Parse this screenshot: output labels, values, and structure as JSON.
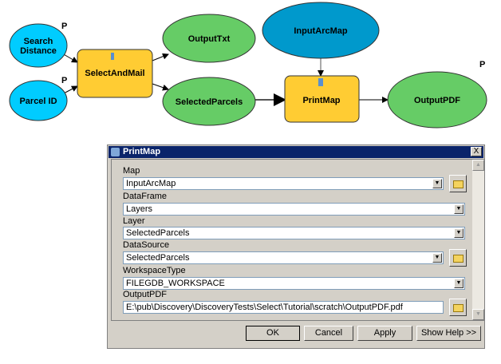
{
  "diagram": {
    "nodes": {
      "search_distance": [
        "Search",
        "Distance"
      ],
      "parcel_id": "Parcel ID",
      "select_and_mail": "SelectAndMail",
      "output_txt": "OutputTxt",
      "selected_parcels": "SelectedParcels",
      "input_arcmap": "InputArcMap",
      "print_map": "PrintMap",
      "output_pdf": "OutputPDF"
    },
    "param_marker": "P",
    "colors": {
      "input": "#00ccff",
      "tool": "#ffcc33",
      "output": "#66cc66",
      "map_input": "#0099cc"
    }
  },
  "dialog": {
    "title": "PrintMap",
    "close": "X",
    "fields": [
      {
        "label": "Map",
        "value": "InputArcMap"
      },
      {
        "label": "DataFrame",
        "value": "Layers"
      },
      {
        "label": "Layer",
        "value": "SelectedParcels"
      },
      {
        "label": "DataSource",
        "value": "SelectedParcels"
      },
      {
        "label": "WorkspaceType",
        "value": "FILEGDB_WORKSPACE"
      },
      {
        "label": "OutputPDF",
        "value": "E:\\pub\\Discovery\\DiscoveryTests\\Select\\Tutorial\\scratch\\OutputPDF.pdf"
      }
    ],
    "buttons": {
      "ok": "OK",
      "cancel": "Cancel",
      "apply": "Apply",
      "help": "Show Help >>"
    }
  }
}
